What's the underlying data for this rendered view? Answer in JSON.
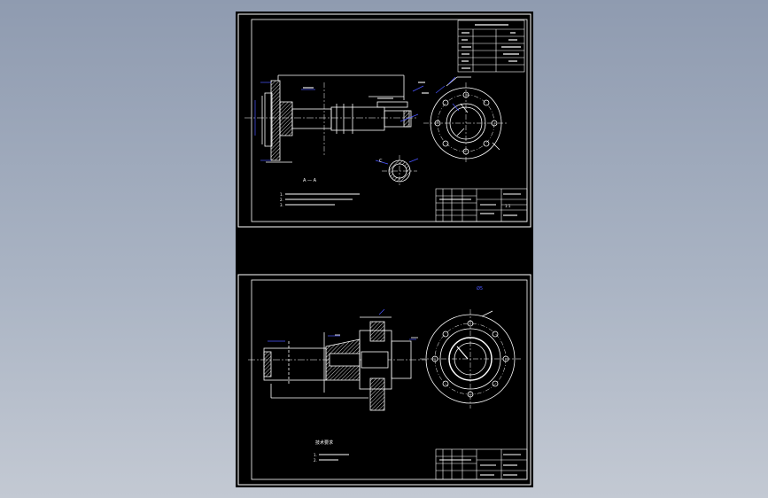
{
  "colors": {
    "background_top": "#8f9bb0",
    "background_bottom": "#c3c9d3",
    "paper": "#000000",
    "line": "#ffffff",
    "dimension": "#4a55ff",
    "leader": "#ff3333"
  },
  "sheet1": {
    "view_label": "A — A",
    "section_label": "C",
    "notes": [
      "1.",
      "2.",
      "3."
    ],
    "title_block": {
      "scale": "1:1"
    }
  },
  "sheet2": {
    "balloon_label": "Ø5",
    "notes_title": "技术要求",
    "notes": [
      "1.",
      "2."
    ]
  }
}
